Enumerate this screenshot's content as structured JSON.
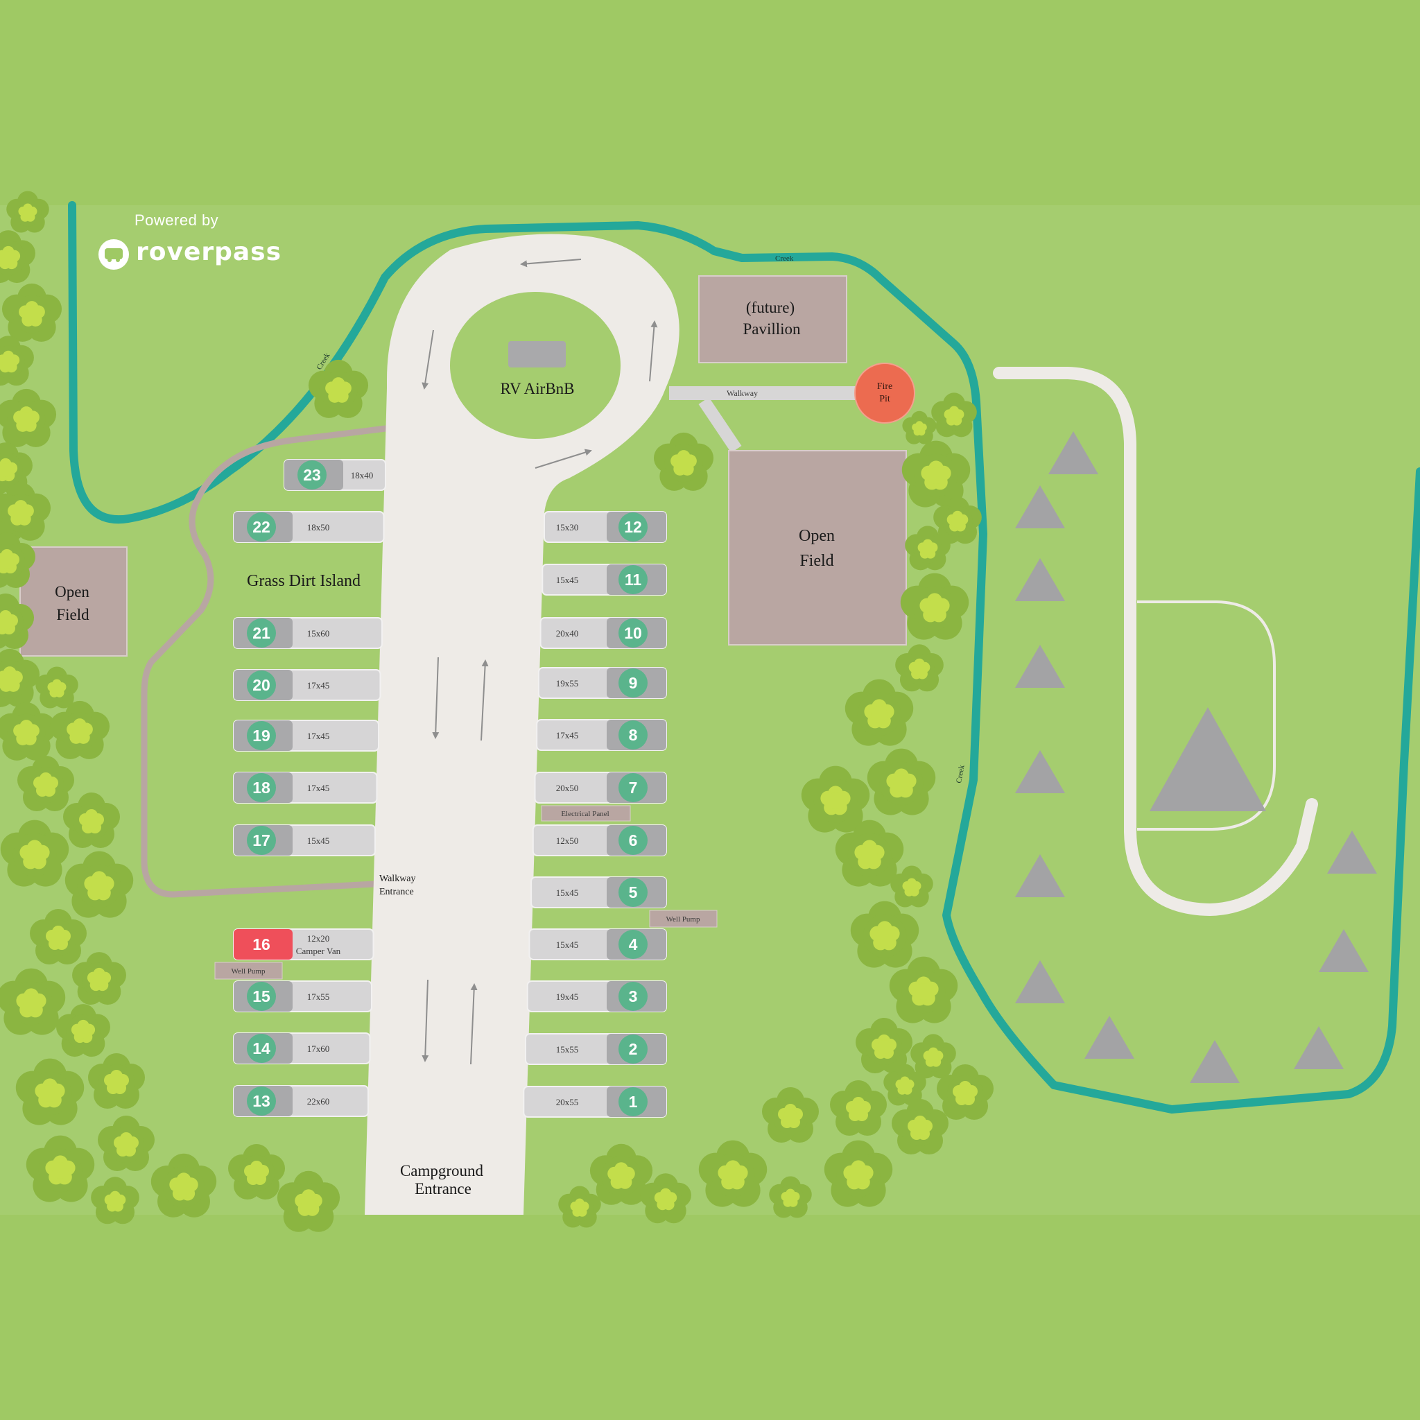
{
  "brand": {
    "powered_by": "Powered by",
    "name": "roverpass"
  },
  "labels": {
    "rv_airbnb": "RV AirBnB",
    "pavilion": [
      "(future)",
      "Pavillion"
    ],
    "fire_pit": [
      "Fire",
      "Pit"
    ],
    "walkway": "Walkway",
    "open_field_right": [
      "Open",
      "Field"
    ],
    "open_field_left": [
      "Open",
      "Field"
    ],
    "grass_dirt_island": "Grass Dirt Island",
    "walkway_entrance": [
      "Walkway",
      "Entrance"
    ],
    "electrical_panel": "Electrical Panel",
    "well_pump_right": "Well Pump",
    "well_pump_left": "Well Pump",
    "campground_entrance": [
      "Campground",
      "Entrance"
    ],
    "creek": "Creek"
  },
  "sites_left": [
    {
      "num": "23",
      "size": "18x40"
    },
    {
      "num": "22",
      "size": "18x50"
    },
    {
      "num": "21",
      "size": "15x60"
    },
    {
      "num": "20",
      "size": "17x45"
    },
    {
      "num": "19",
      "size": "17x45"
    },
    {
      "num": "18",
      "size": "17x45"
    },
    {
      "num": "17",
      "size": "15x45"
    },
    {
      "num": "16",
      "size": "12x20",
      "size2": "Camper Van",
      "status": "occupied"
    },
    {
      "num": "15",
      "size": "17x55"
    },
    {
      "num": "14",
      "size": "17x60"
    },
    {
      "num": "13",
      "size": "22x60"
    }
  ],
  "sites_right": [
    {
      "num": "12",
      "size": "15x30"
    },
    {
      "num": "11",
      "size": "15x45"
    },
    {
      "num": "10",
      "size": "20x40"
    },
    {
      "num": "9",
      "size": "19x55"
    },
    {
      "num": "8",
      "size": "17x45"
    },
    {
      "num": "7",
      "size": "20x50"
    },
    {
      "num": "6",
      "size": "12x50"
    },
    {
      "num": "5",
      "size": "15x45"
    },
    {
      "num": "4",
      "size": "15x45"
    },
    {
      "num": "3",
      "size": "19x45"
    },
    {
      "num": "2",
      "size": "15x55"
    },
    {
      "num": "1",
      "size": "20x55"
    }
  ],
  "colors": {
    "background": "#9fc964",
    "map_area": "#a5cd6f",
    "road": "#eeebe7",
    "creek": "#24a89a",
    "building": "#b9a6a2",
    "fire_pit": "#ec6b50",
    "site_pad": "#d6d5d6",
    "site_dark": "#a9a9ab",
    "badge": "#5ab48c",
    "badge_occupied": "#ef4f5a",
    "tent": "#a3a3a5",
    "tree_dark": "#8bb541",
    "tree_light": "#c3de4b"
  }
}
